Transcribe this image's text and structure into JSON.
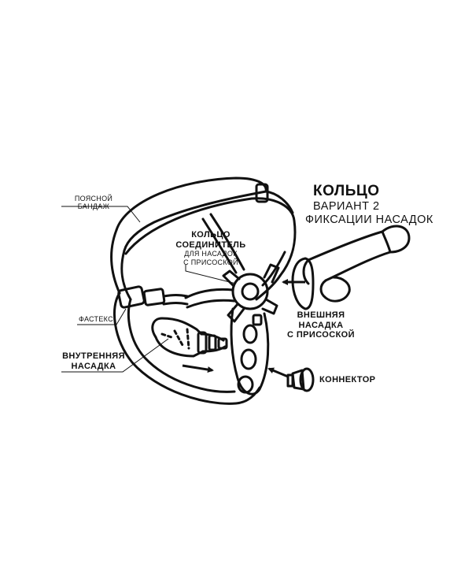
{
  "title": {
    "line1": "КОЛЬЦО",
    "line2": "ВАРИАНТ 2",
    "line3": "ФИКСАЦИИ НАСАДОК"
  },
  "labels": {
    "waist_line1": "ПОЯСНОЙ",
    "waist_line2": "БАНДАЖ",
    "ring_line1": "КОЛЬЦО",
    "ring_line2": "СОЕДИНИТЕЛЬ",
    "ring_sub1": "ДЛЯ НАСАДОК",
    "ring_sub2": "С ПРИСОСКОЙ",
    "fastex": "ФАСТЕКС",
    "inner_line1": "ВНУТРЕННЯЯ",
    "inner_line2": "НАСАДКА",
    "outer_line1": "ВНЕШНЯЯ",
    "outer_line2": "НАСАДКА",
    "outer_line3": "С ПРИСОСКОЙ",
    "connector": "КОННЕКТОР"
  }
}
